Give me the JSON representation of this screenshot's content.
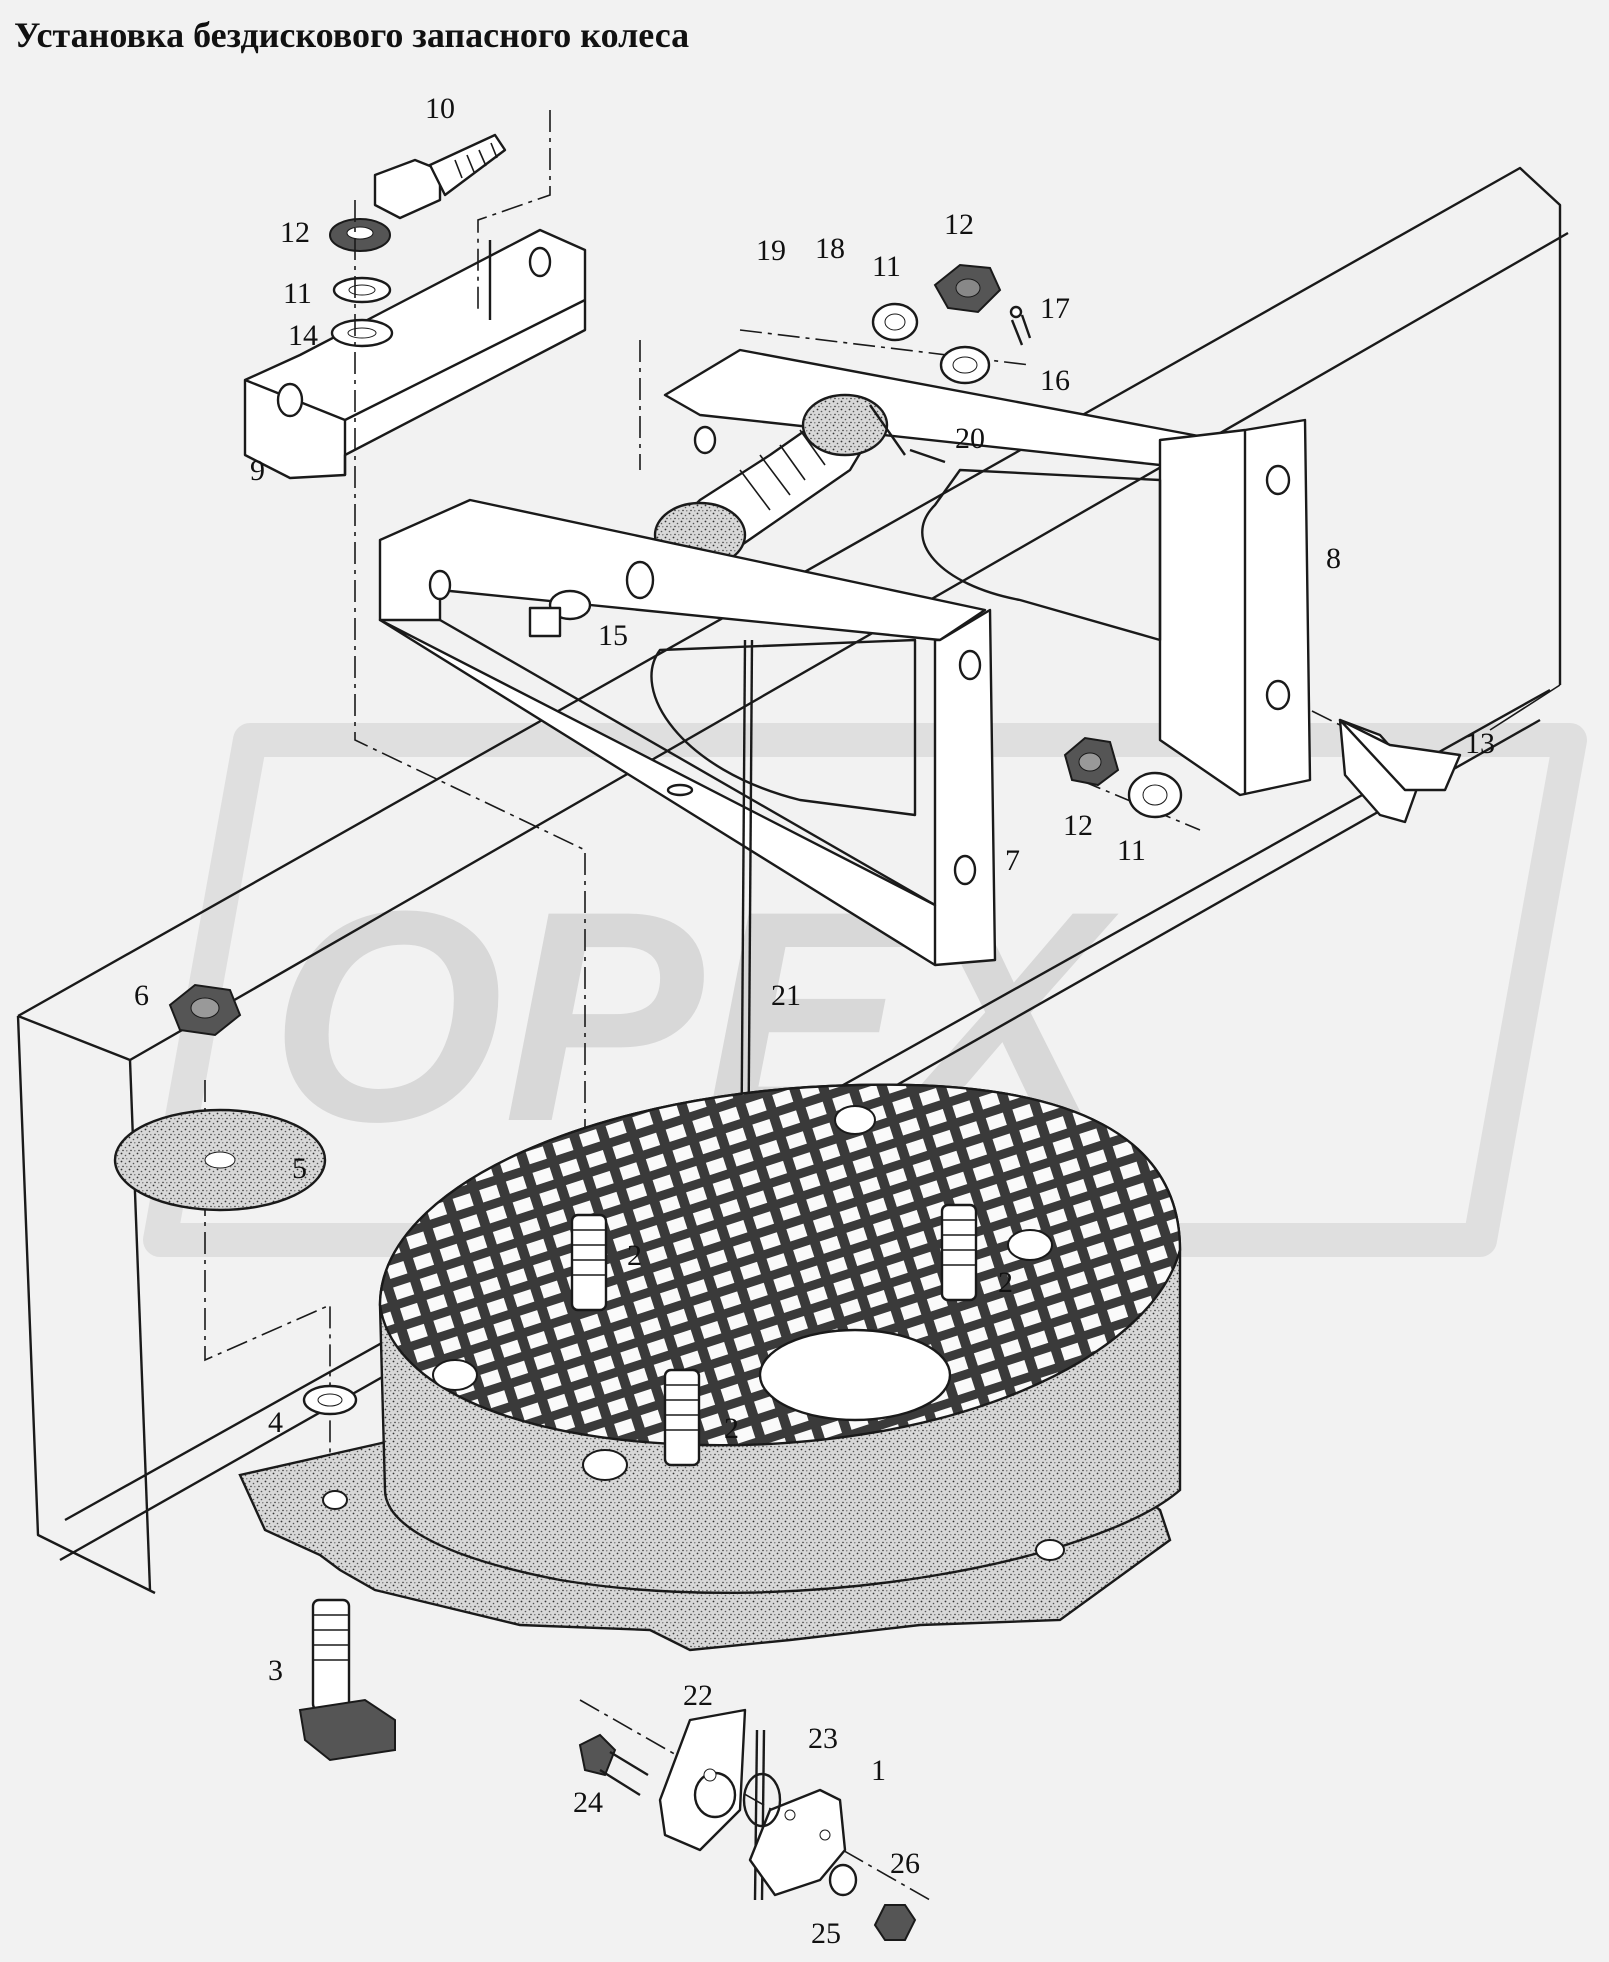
{
  "title": "Установка бездискового запасного колеса",
  "watermark": "OPEX",
  "callouts": [
    {
      "id": "c1",
      "text": "1"
    },
    {
      "id": "c2a",
      "text": "2"
    },
    {
      "id": "c2b",
      "text": "2"
    },
    {
      "id": "c2c",
      "text": "2"
    },
    {
      "id": "c3",
      "text": "3"
    },
    {
      "id": "c4",
      "text": "4"
    },
    {
      "id": "c5",
      "text": "5"
    },
    {
      "id": "c6",
      "text": "6"
    },
    {
      "id": "c7",
      "text": "7"
    },
    {
      "id": "c8",
      "text": "8"
    },
    {
      "id": "c9",
      "text": "9"
    },
    {
      "id": "c10",
      "text": "10"
    },
    {
      "id": "c11a",
      "text": "11"
    },
    {
      "id": "c11b",
      "text": "11"
    },
    {
      "id": "c11c",
      "text": "11"
    },
    {
      "id": "c12a",
      "text": "12"
    },
    {
      "id": "c12b",
      "text": "12"
    },
    {
      "id": "c12c",
      "text": "12"
    },
    {
      "id": "c13",
      "text": "13"
    },
    {
      "id": "c14",
      "text": "14"
    },
    {
      "id": "c15",
      "text": "15"
    },
    {
      "id": "c16",
      "text": "16"
    },
    {
      "id": "c17",
      "text": "17"
    },
    {
      "id": "c18",
      "text": "18"
    },
    {
      "id": "c19",
      "text": "19"
    },
    {
      "id": "c20",
      "text": "20"
    },
    {
      "id": "c21",
      "text": "21"
    },
    {
      "id": "c22",
      "text": "22"
    },
    {
      "id": "c23",
      "text": "23"
    },
    {
      "id": "c24",
      "text": "24"
    },
    {
      "id": "c25",
      "text": "25"
    },
    {
      "id": "c26",
      "text": "26"
    }
  ]
}
